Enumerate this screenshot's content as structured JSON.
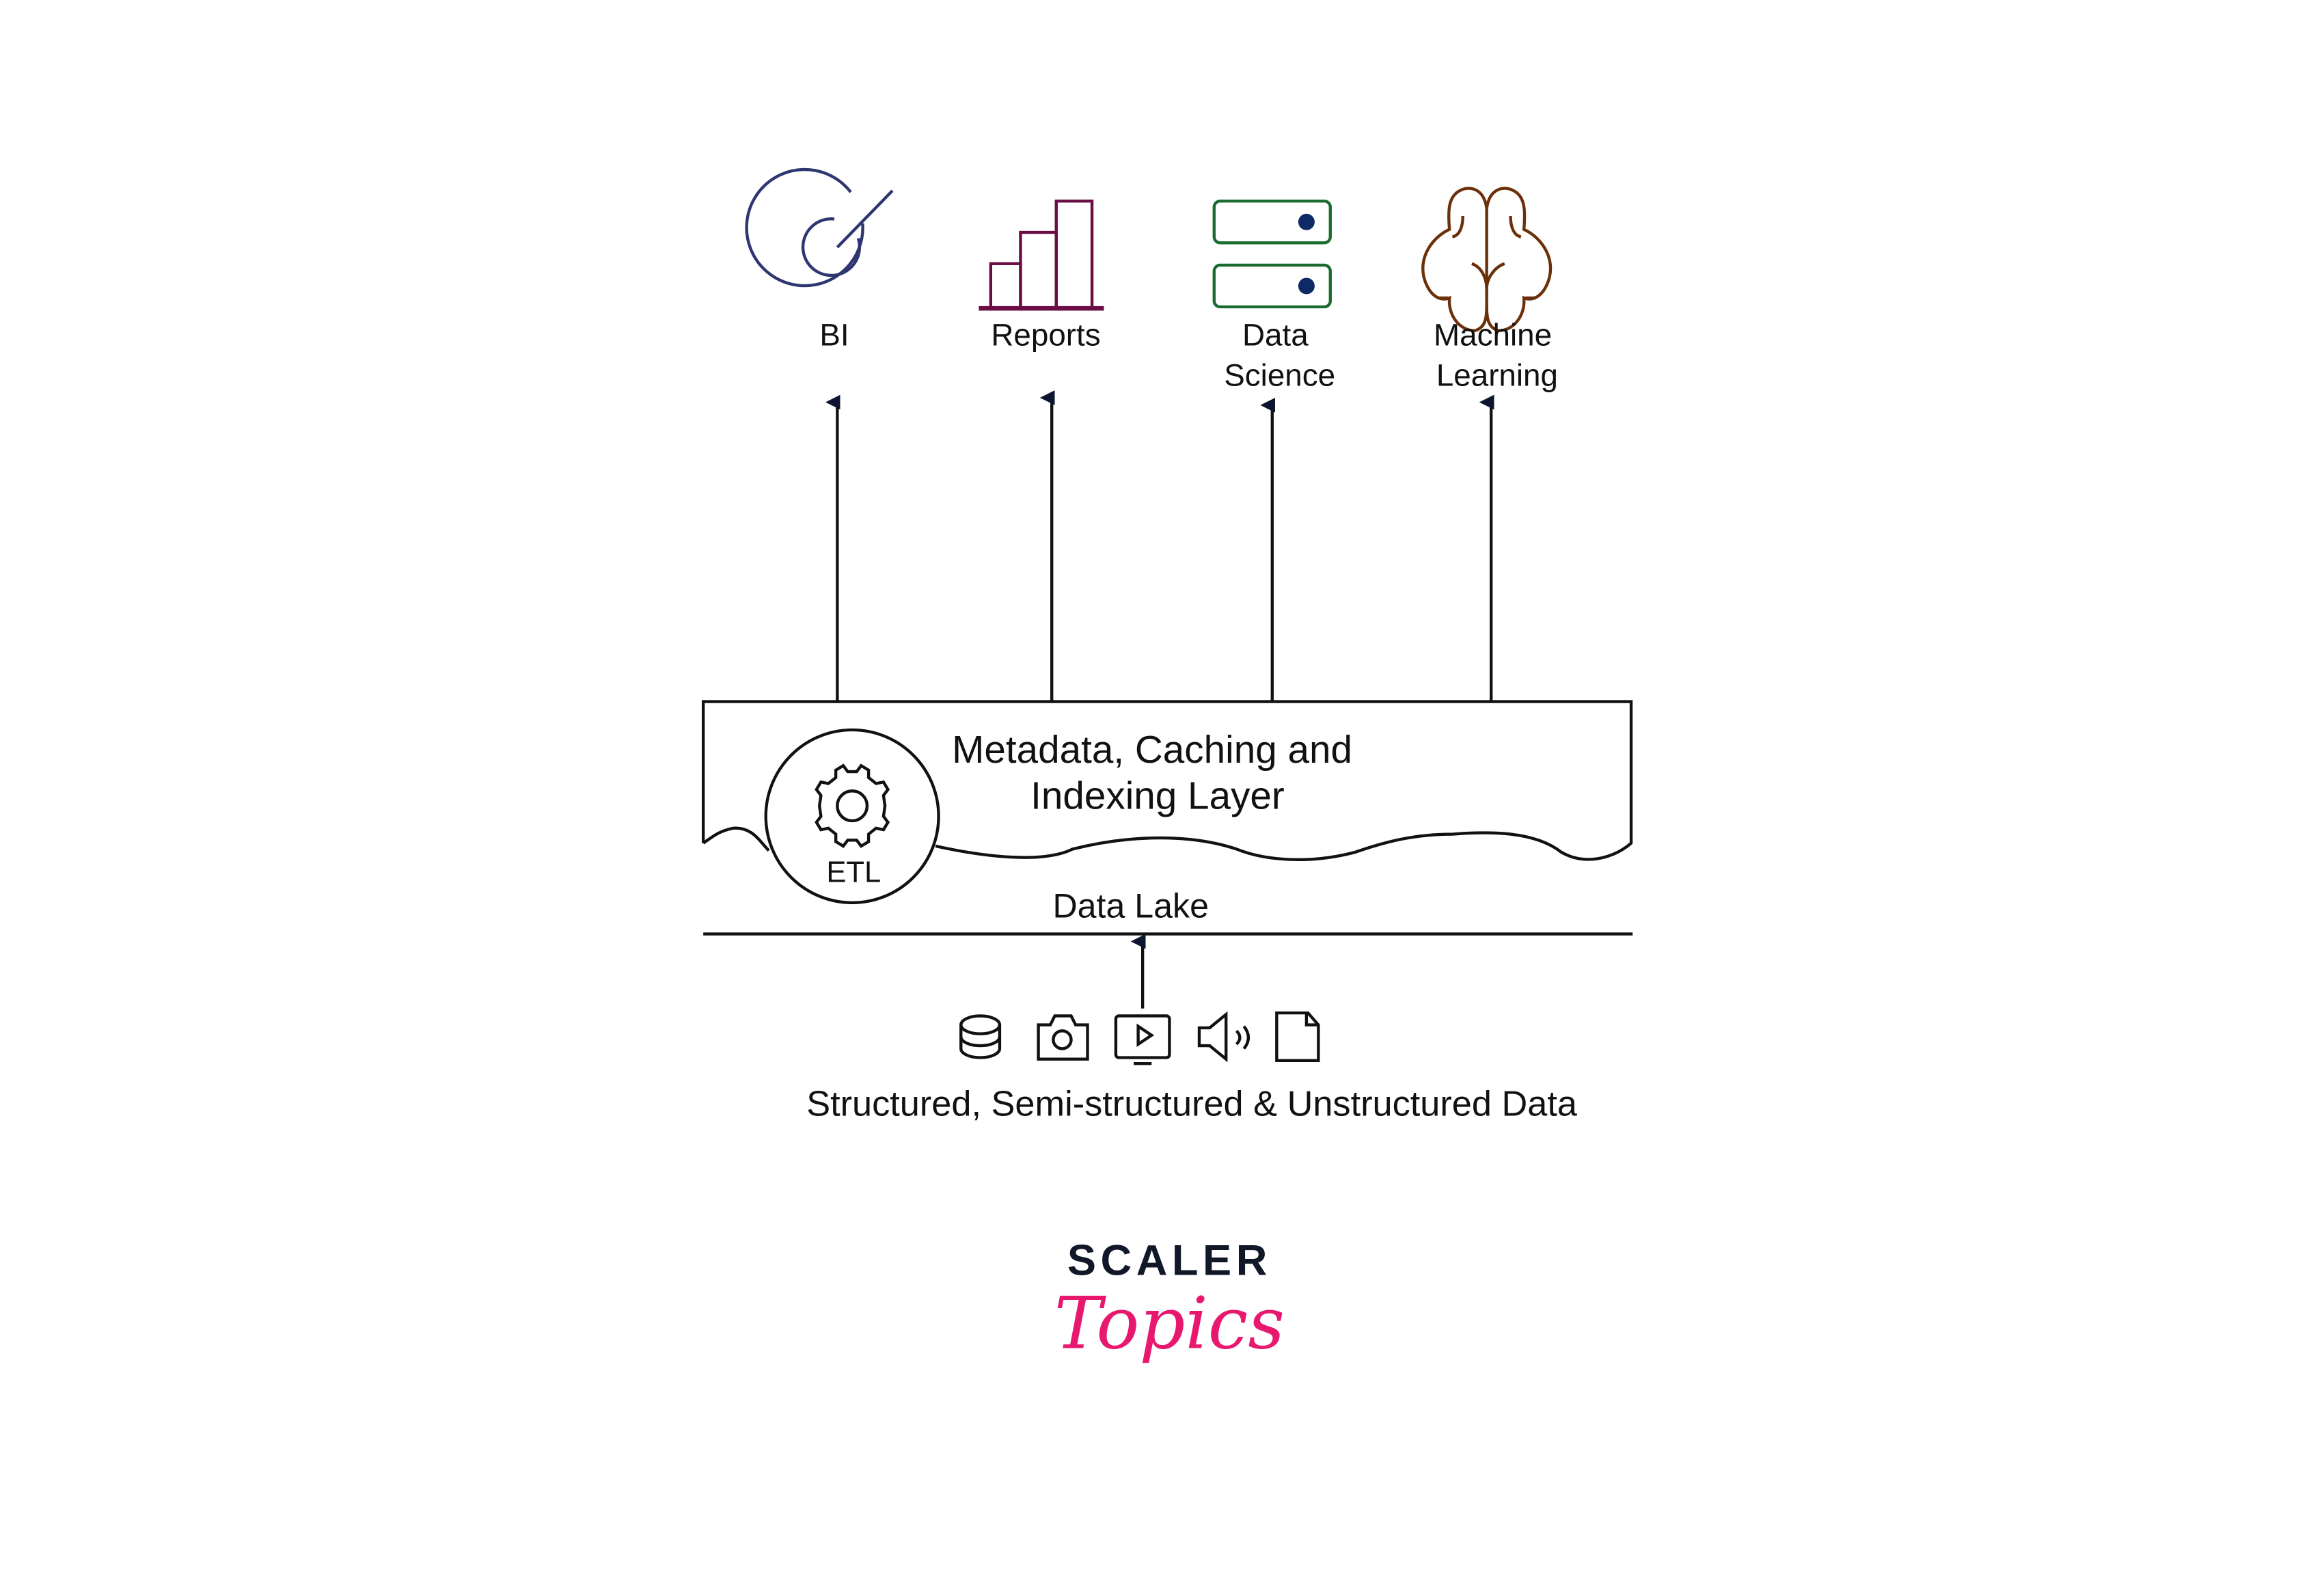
{
  "consumers": [
    {
      "label_lines": [
        "BI"
      ],
      "icon": "target-icon",
      "color": "#2e3570"
    },
    {
      "label_lines": [
        "Reports"
      ],
      "icon": "bar-chart-icon",
      "color": "#6b0d45"
    },
    {
      "label_lines": [
        "Data",
        "Science"
      ],
      "icon": "server-icon",
      "color": "#1a6b2e"
    },
    {
      "label_lines": [
        "Machine",
        "Learning"
      ],
      "icon": "brain-icon",
      "color": "#6b2f0a"
    }
  ],
  "layer": {
    "title_lines": [
      "Metadata, Caching and",
      "Indexing Layer"
    ],
    "etl_label": "ETL",
    "lake_label": "Data Lake"
  },
  "sources": {
    "icons": [
      "database-icon",
      "camera-icon",
      "video-icon",
      "audio-icon",
      "file-icon"
    ],
    "label": "Structured, Semi-structured & Unstructured Data"
  },
  "logo": {
    "brand": "SCALER",
    "sub": "Topics",
    "brand_color": "#111827",
    "sub_color": "#e8186f"
  }
}
